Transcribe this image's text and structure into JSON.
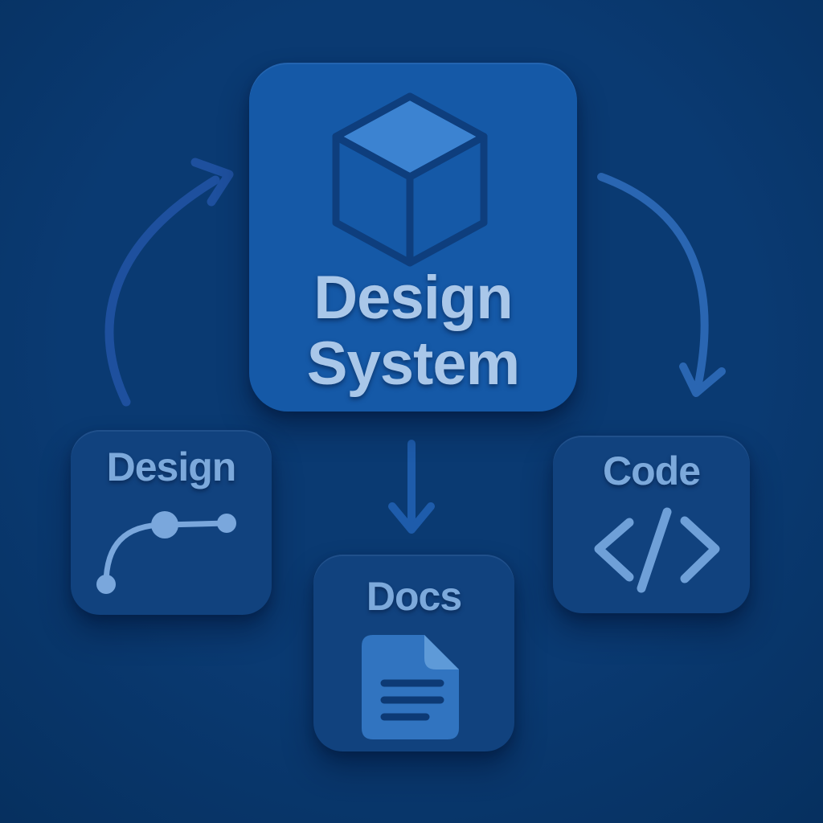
{
  "diagram": {
    "title": "Design System",
    "center_node": {
      "id": "design-system",
      "label_line1": "Design",
      "label_line2": "System",
      "icon": "cube-icon"
    },
    "nodes": [
      {
        "id": "design",
        "label": "Design",
        "icon": "bezier-curve-icon"
      },
      {
        "id": "docs",
        "label": "Docs",
        "icon": "document-icon"
      },
      {
        "id": "code",
        "label": "Code",
        "icon": "code-icon"
      }
    ],
    "edges": [
      {
        "from": "design",
        "to": "design-system",
        "style": "curved-arrow"
      },
      {
        "from": "design-system",
        "to": "docs",
        "style": "straight-arrow"
      },
      {
        "from": "design-system",
        "to": "code",
        "style": "curved-arrow"
      }
    ]
  },
  "colors": {
    "background": "#0a3a72",
    "background_edge": "#06305f",
    "center_box": "#1559a7",
    "side_box": "#11427e",
    "center_text": "#a9c7e9",
    "side_text": "#7ca9db",
    "cube_stroke": "#0e3e7d",
    "cube_top": "#3c83d1",
    "bezier_stroke": "#7aa7dc",
    "code_stroke": "#6fa0d8",
    "doc_fill": "#3174c0",
    "doc_fold": "#5e9ad8",
    "doc_lines": "#0d3a75",
    "arrow_left": "#1e509e",
    "arrow_center": "#1e5cab",
    "arrow_right": "#2a66b2"
  }
}
